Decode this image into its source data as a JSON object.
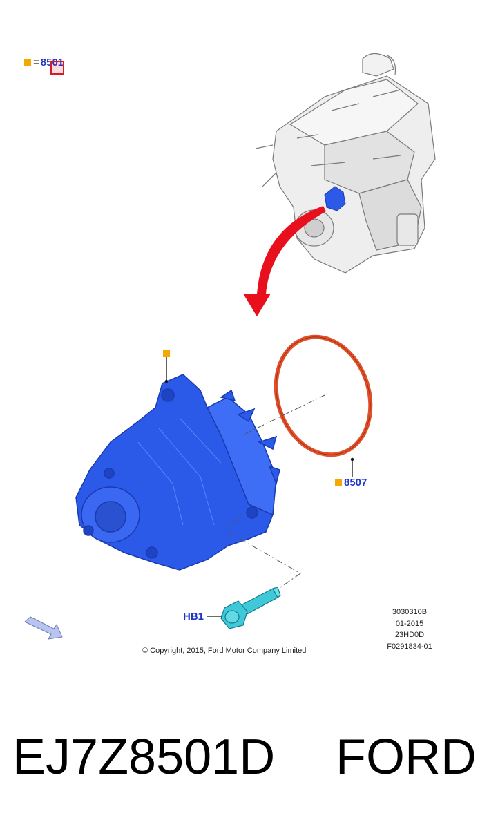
{
  "legend": {
    "equals": "=",
    "part_number": "8501"
  },
  "callouts": {
    "gasket": "8507",
    "bolt": "HB1"
  },
  "info_block": [
    "3030310B",
    "01-2015",
    "23HD0D",
    "F0291834-01"
  ],
  "copyright": "© Copyright, 2015, Ford Motor Company Limited",
  "part_code": "EJ7Z8501D",
  "brand": "FORD",
  "colors": {
    "marker": "#f5a800",
    "callout_text": "#2036c8",
    "pump_blue": "#2b5ae8",
    "gasket_orange": "#e0502a",
    "bolt_cyan": "#3ec8d8",
    "arrow_red": "#e8101c",
    "highlight_red": "#d81a2a"
  }
}
